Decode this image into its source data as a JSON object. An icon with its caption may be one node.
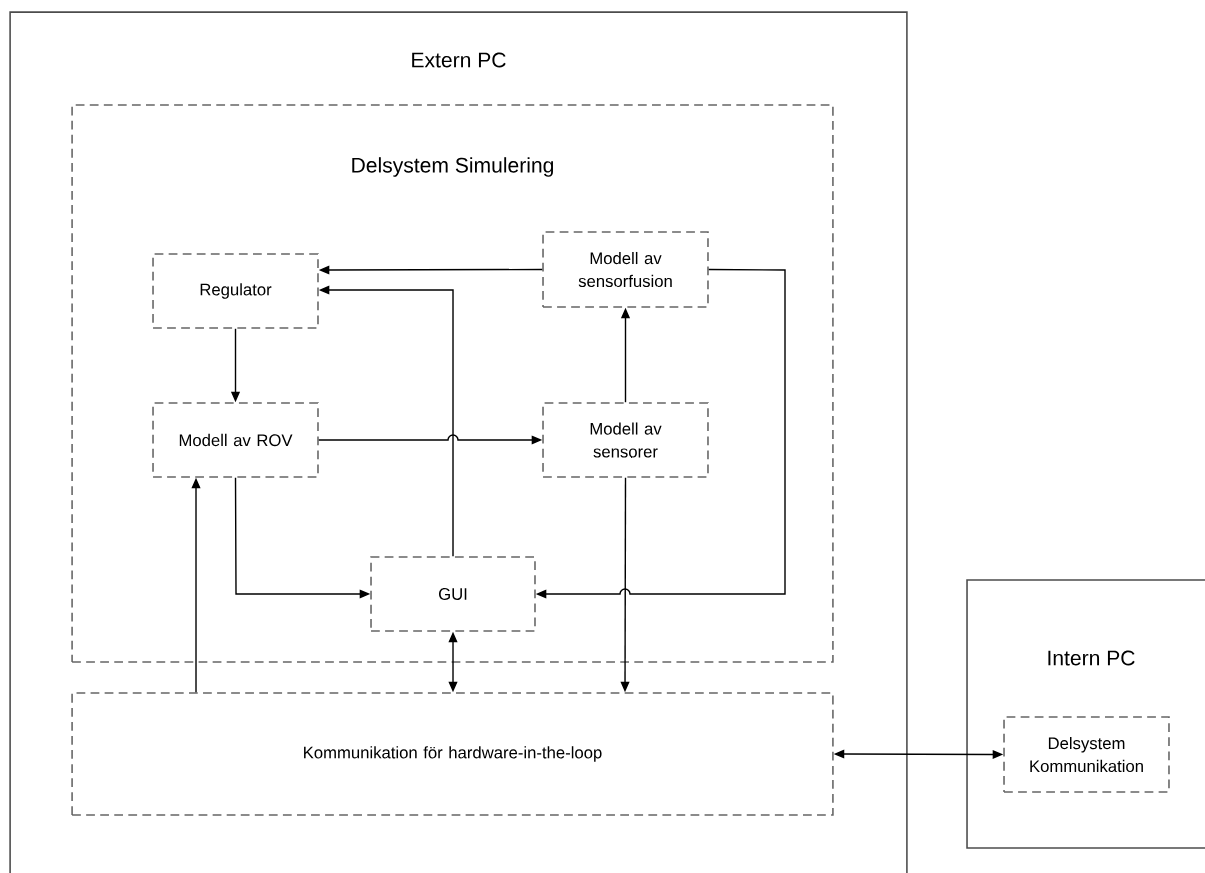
{
  "diagram": {
    "nodes": [
      {
        "text": [
          "Extern PC"
        ]
      },
      {
        "text": [
          "Delsystem Simulering"
        ],
        "in": 0
      },
      {
        "text": [
          "Regulator"
        ],
        "in": 1
      },
      {
        "text": [
          "Modell av sensorfusion"
        ],
        "in": 1
      },
      {
        "text": [
          "Modell av ROV"
        ],
        "in": 1
      },
      {
        "text": [
          "Modell av sensorer"
        ],
        "in": 1
      },
      {
        "text": [
          "GUI"
        ],
        "in": 1
      },
      {
        "text": [
          "Kommunikation för hardware-in-the-loop"
        ],
        "in": 0
      },
      {
        "text": [
          "Intern PC"
        ]
      },
      {
        "text": [
          "Delsystem Kommunikation"
        ],
        "in": 8
      }
    ],
    "edges": [
      {
        "from": 3,
        "to": 2,
        "arrow": "to"
      },
      {
        "from": 6,
        "to": 2,
        "arrow": "to"
      },
      {
        "from": 2,
        "to": 4,
        "arrow": "to"
      },
      {
        "from": 4,
        "to": 5,
        "arrow": "to"
      },
      {
        "from": 5,
        "to": 3,
        "arrow": "to"
      },
      {
        "from": 4,
        "to": 6,
        "arrow": "to"
      },
      {
        "from": 3,
        "to": 6,
        "arrow": "to"
      },
      {
        "from": 6,
        "to": 7,
        "arrow": "both"
      },
      {
        "from": 5,
        "to": 7,
        "arrow": "to"
      },
      {
        "from": 7,
        "to": 4,
        "arrow": "to"
      },
      {
        "from": 7,
        "to": 9,
        "arrow": "both"
      }
    ]
  }
}
